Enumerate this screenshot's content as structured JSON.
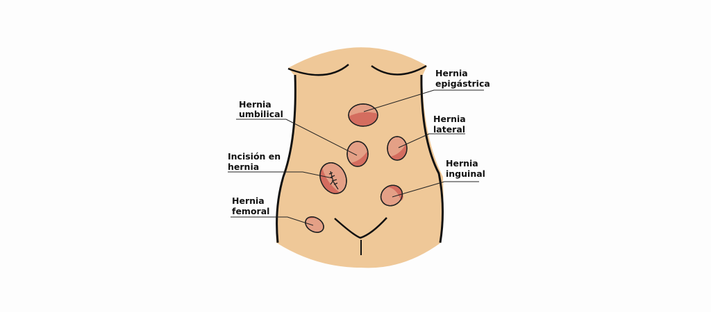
{
  "title": "Tipos de hernia abdominal",
  "colors": {
    "skin": "#efc898",
    "hernia": "#e4a086",
    "hernia_shade": "#d46d5f",
    "outline": "#111111"
  },
  "labels": {
    "epigastrica": [
      "Hernia",
      "epigástrica"
    ],
    "umbilical": [
      "Hernia",
      "umbilical"
    ],
    "lateral": [
      "Hernia",
      "lateral"
    ],
    "incision": [
      "Incisión en",
      "hernia"
    ],
    "inguinal": [
      "Hernia",
      "inguinal"
    ],
    "femoral": [
      "Hernia",
      "femoral"
    ]
  }
}
